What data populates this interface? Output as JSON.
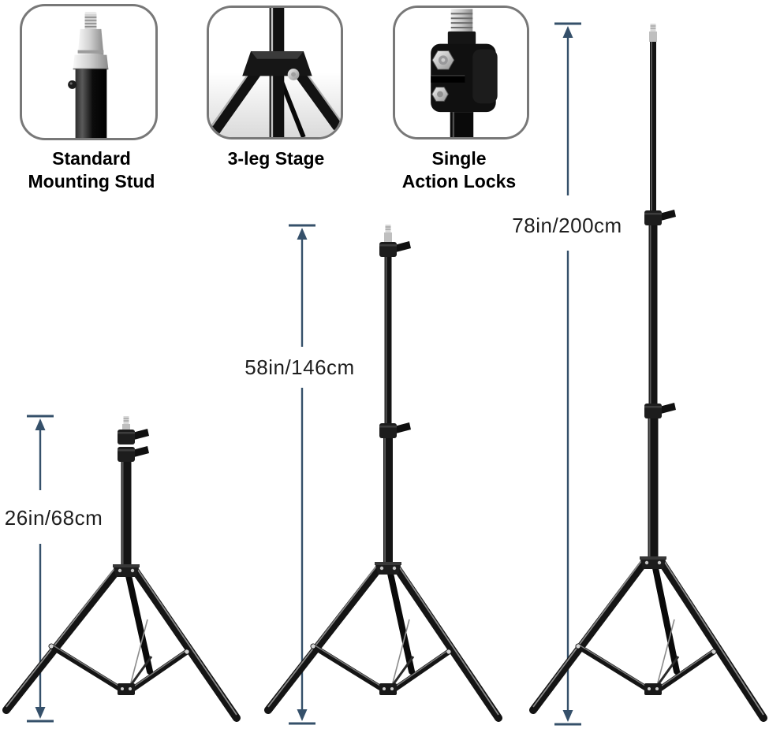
{
  "title": "Light stand height infographic",
  "features": [
    {
      "id": "mounting-stud",
      "line1": "Standard",
      "line2": "Mounting Stud"
    },
    {
      "id": "three-leg-stage",
      "line1": "3-leg Stage",
      "line2": ""
    },
    {
      "id": "single-action-locks",
      "line1": "Single",
      "line2": "Action Locks"
    }
  ],
  "measurements": [
    {
      "stand": "collapsed",
      "value": "26in/68cm"
    },
    {
      "stand": "mid-extended",
      "value": "58in/146cm"
    },
    {
      "stand": "fully-extended",
      "value": "78in/200cm"
    }
  ],
  "colors": {
    "arrow": "#35506a",
    "caption_text": "#000000",
    "measurement_text": "#1e1e1e",
    "inset_border": "#787878",
    "stand_black": "#141414",
    "metal_silver": "#c9c9c9",
    "background": "#ffffff"
  },
  "icons": {
    "height_arrow": "double-headed-vertical-measurement-arrow"
  }
}
